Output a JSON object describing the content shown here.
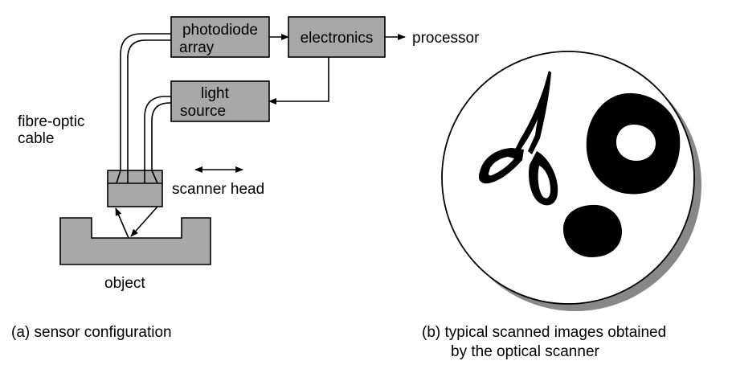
{
  "diagram": {
    "labels": {
      "photodiode_line1": "photodiode",
      "photodiode_line2": "array",
      "electronics": "electronics",
      "processor": "processor",
      "light_line1": "light",
      "light_line2": "source",
      "fibre_line1": "fibre-optic",
      "fibre_line2": "cable",
      "scanner_head": "scanner head",
      "object": "object"
    },
    "captions": {
      "a": "(a) sensor configuration",
      "b_line1": "(b) typical scanned images obtained",
      "b_line2": "by the optical scanner"
    },
    "colors": {
      "box_fill": "#a8a8a8",
      "stroke": "#000000",
      "disc_shadow": "#888888",
      "disc_fill": "#ffffff",
      "silhouette": "#000000"
    }
  }
}
